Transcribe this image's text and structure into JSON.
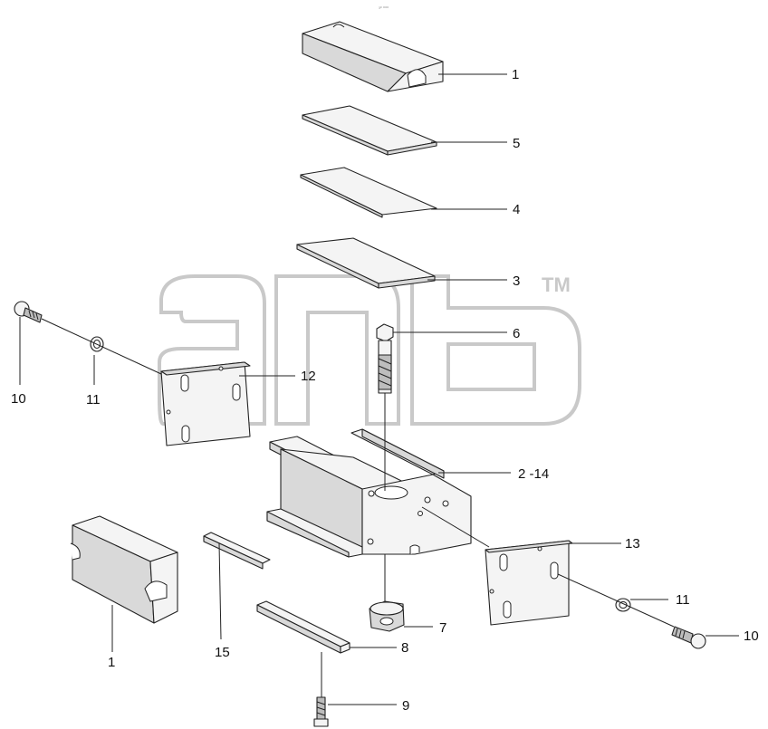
{
  "header_mark": "³⁰ ⁰⁰⁰",
  "watermark": {
    "trademark": "TM"
  },
  "callouts": {
    "c1_top": "1",
    "c5": "5",
    "c4": "4",
    "c3": "3",
    "c6": "6",
    "c12": "12",
    "c10_left": "10",
    "c11_left": "11",
    "c2_14": "2 -14",
    "c13": "13",
    "c11_right": "11",
    "c10_right": "10",
    "c7": "7",
    "c8": "8",
    "c15": "15",
    "c1_bottom": "1",
    "c9": "9"
  },
  "colors": {
    "line": "#222222",
    "watermark": "#c9c9c9",
    "background": "#ffffff"
  }
}
